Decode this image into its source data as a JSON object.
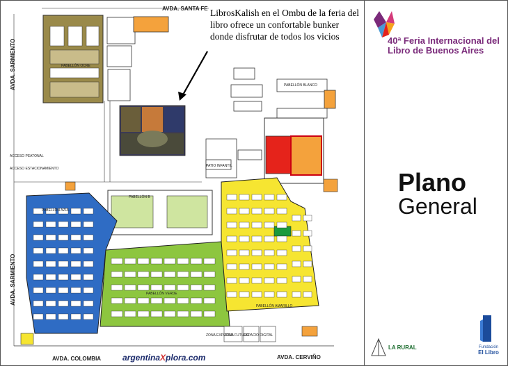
{
  "streets": {
    "santa_fe": "AVDA. SANTA FE",
    "sarmiento_top": "AVDA. SARMIENTO",
    "sarmiento_bottom": "AVDA. SARMIENTO",
    "colombia": "AVDA. COLOMBIA",
    "cervino": "AVDA. CERVIÑO"
  },
  "annotation": "LibrosKalish en el Ombu de la feria del libro ofrece un confortable bunker donde disfrutar de todos los vicios",
  "credit": {
    "left": "argentina",
    "x": "X",
    "right": "plora.com"
  },
  "fair": {
    "title": "40ª Feria Internacional del Libro de Buenos Aires"
  },
  "plan": {
    "line1": "Plano",
    "line2": "General"
  },
  "logos": {
    "larural": "LA RURAL",
    "fundacion_small": "Fundación",
    "fundacion_big": "El Libro"
  },
  "map_labels": {
    "pabellon_b": "PABELLÓN B",
    "pabellon_blanco": "PABELLÓN BLANCO",
    "pabellon_ocre": "PABELLÓN OCRE",
    "acceso_peatonal": "ACCESO PEATONAL",
    "acceso_estacionamiento": "ACCESO ESTACIONAMIENTO",
    "patio_infantil": "PATIO INFANTIL",
    "zona_futuro": "ZONA FUTURO",
    "espacio_digital": "ESPACIO DIGITAL",
    "zona_exploradora": "ZONA EXPLORA",
    "verde": "PABELLÓN VERDE",
    "amarillo": "PABELLÓN AMARILLO",
    "azul": "PABELLÓN AZUL"
  },
  "colors": {
    "blue": "#2f6cc4",
    "green": "#8dc63f",
    "yellow": "#f6e531",
    "ocre": "#9a8a4a",
    "orange": "#f4a23c",
    "red": "#e5231b",
    "purple": "#7a2a7a"
  }
}
